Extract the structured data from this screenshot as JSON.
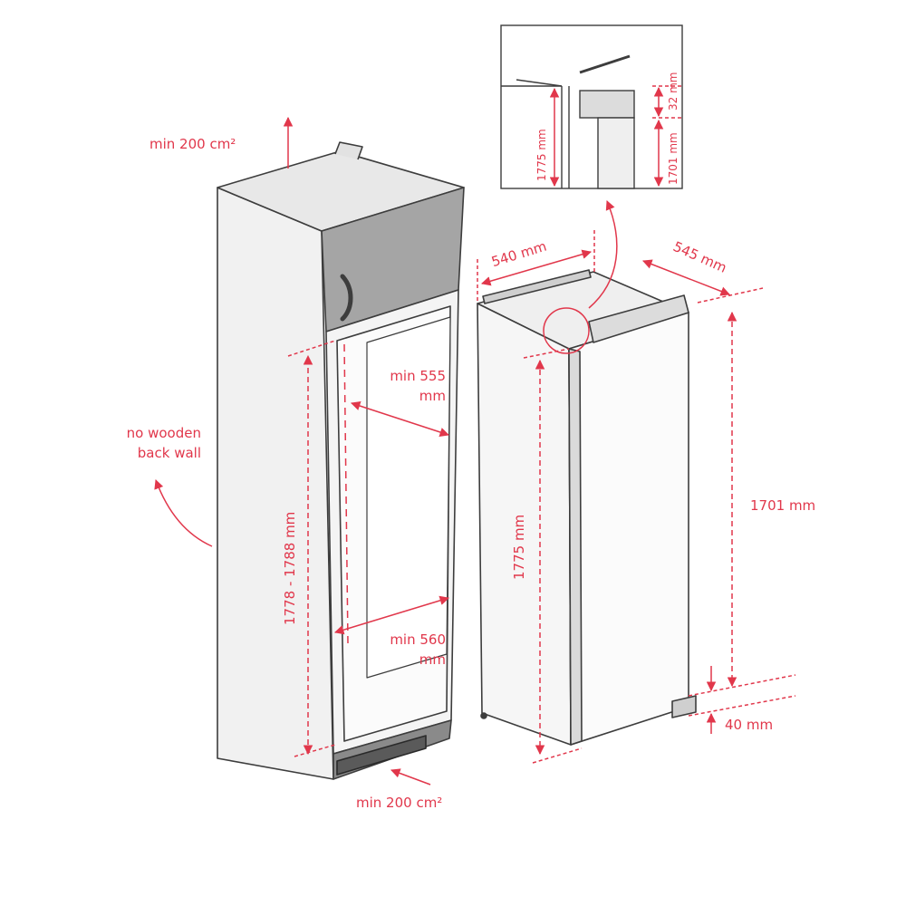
{
  "labels": {
    "vent_top": "min 200 cm²",
    "vent_bottom": "min 200 cm²",
    "no_wall_line1": "no wooden",
    "no_wall_line2": "back wall",
    "depth_555_line1": "min 555",
    "depth_555_line2": "mm",
    "width_560_line1": "min 560",
    "width_560_line2": "mm",
    "niche_height": "1778 - 1788 mm",
    "appliance_width": "540 mm",
    "appliance_depth": "545 mm",
    "appliance_height": "1775 mm",
    "body_height": "1701 mm",
    "base_gap": "40 mm",
    "detail_gap": "32 mm",
    "detail_total": "1775 mm",
    "detail_body": "1701 mm"
  },
  "colors": {
    "accent": "#e1374b",
    "outline": "#3d3d3d",
    "panel_light": "#f1f1f1",
    "panel_side": "#e2e2e2",
    "panel_dark": "#a5a5a5"
  }
}
